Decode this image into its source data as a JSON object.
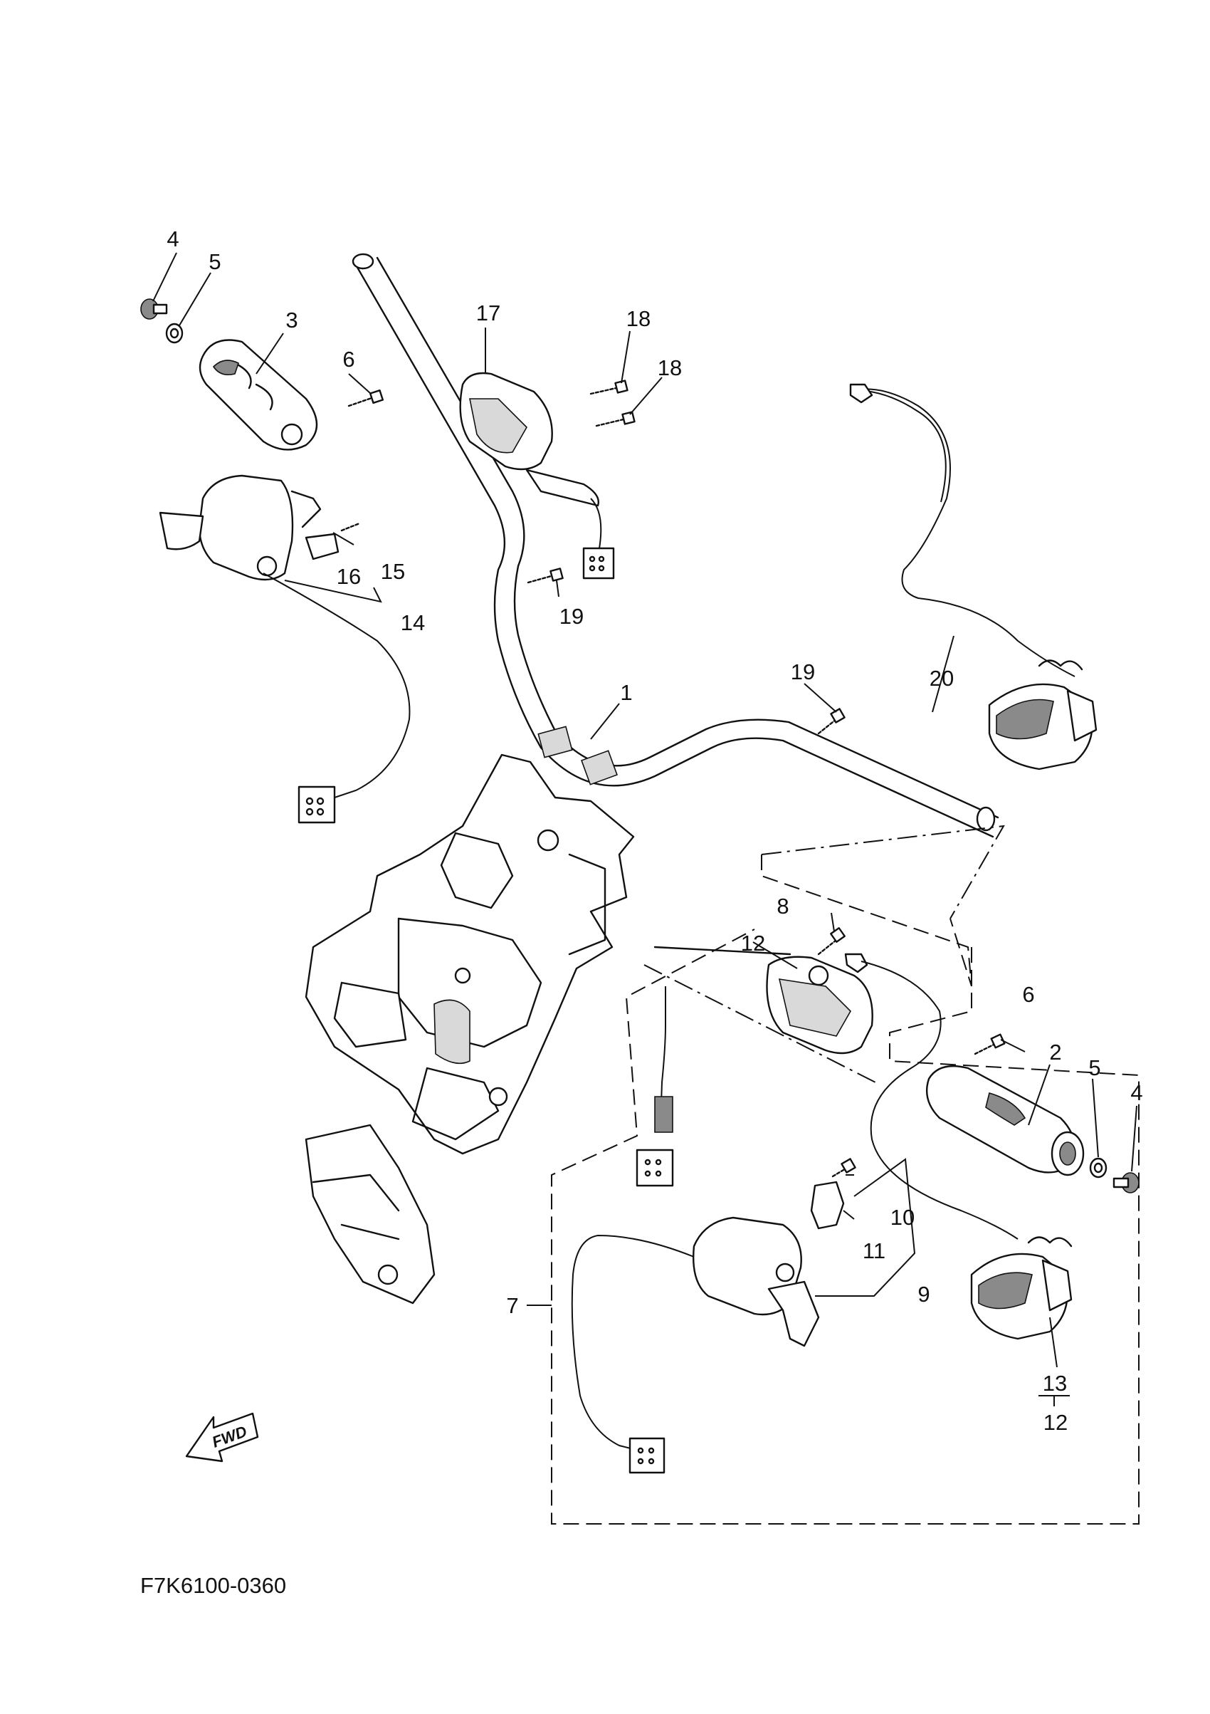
{
  "figure_code": "F7K6100-0360",
  "fwd_label": "FWD",
  "callouts": {
    "c1": "1",
    "c2": "2",
    "c3": "3",
    "c4a": "4",
    "c4b": "4",
    "c5a": "5",
    "c5b": "5",
    "c6a": "6",
    "c6b": "6",
    "c7": "7",
    "c8": "8",
    "c9": "9",
    "c10": "10",
    "c11": "11",
    "c12a": "12",
    "c12b": "12",
    "c13": "13",
    "c14": "14",
    "c15": "15",
    "c16": "16",
    "c17": "17",
    "c18a": "18",
    "c18b": "18",
    "c19a": "19",
    "c19b": "19",
    "c20": "20"
  }
}
